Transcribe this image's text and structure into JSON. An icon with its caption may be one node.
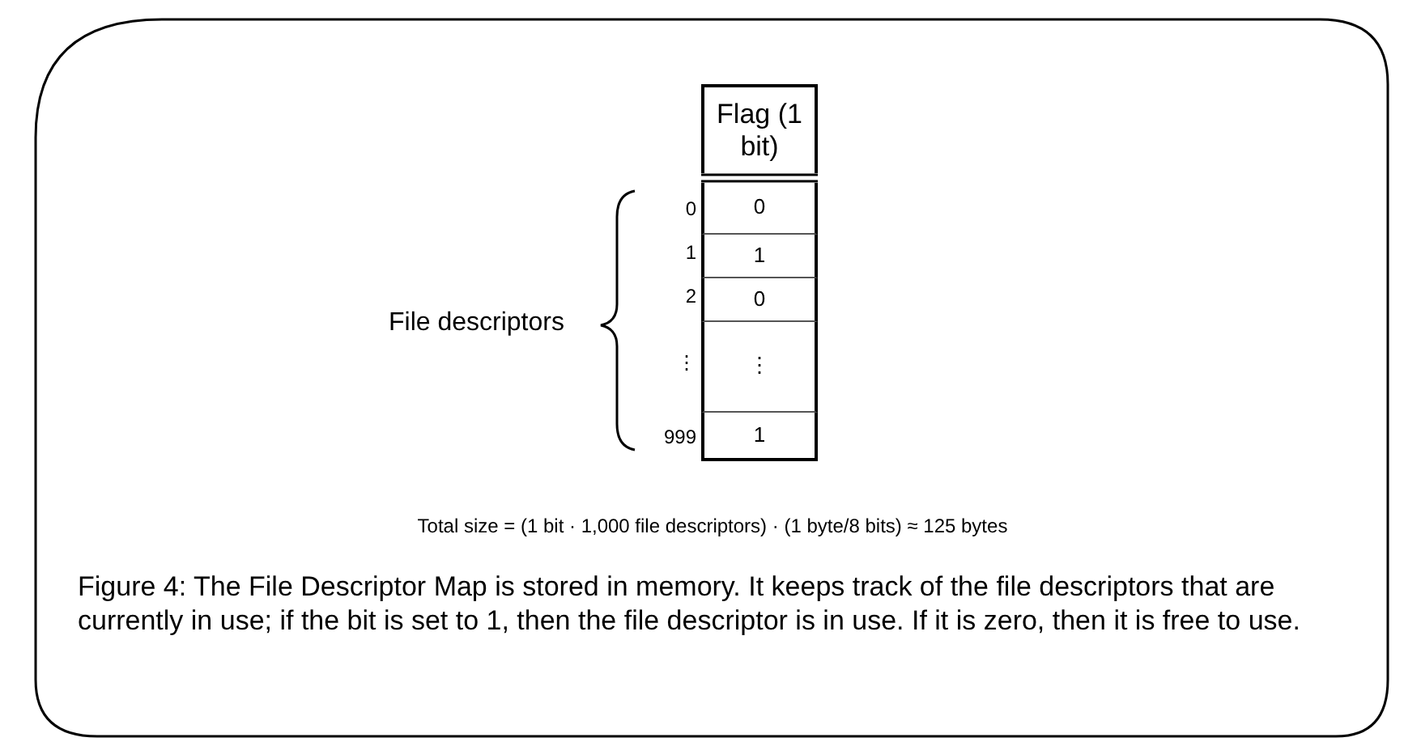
{
  "diagram": {
    "caption": "Figure 4: The File Descriptor Map is stored in memory.  It keeps track of the file descriptors that are currently in use; if the bit is set to 1, then the file descriptor is in use.  If it is zero, then it is free to use.",
    "labels": [
      "Flag (1 bit)",
      "0",
      "0",
      "1",
      "1",
      "2",
      "0",
      "File descriptors",
      "⋮",
      "⋮",
      "999",
      "1",
      "Total size = (1 bit · 1,000 file descriptors) · (1 byte/8 bits) ≈ 125 bytes"
    ]
  }
}
